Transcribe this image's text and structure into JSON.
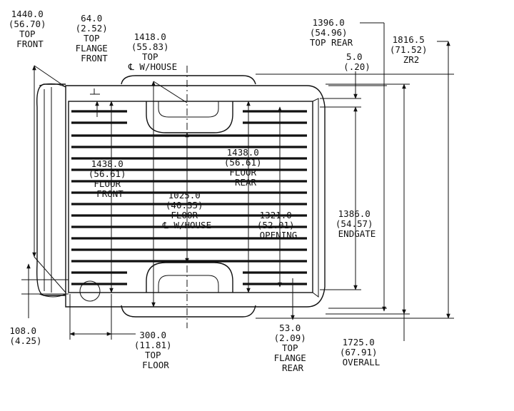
{
  "diagram": {
    "labels": {
      "top_front": [
        "1440.0",
        "(56.70)",
        "TOP",
        "FRONT"
      ],
      "top_flange_front": [
        "64.0",
        "(2.52)",
        "TOP",
        "FLANGE",
        "FRONT"
      ],
      "top_wheelhouse": [
        "1418.0",
        "(55.83)",
        "TOP",
        "℄ W/HOUSE"
      ],
      "top_rear": [
        "1396.0",
        "(54.96)",
        "TOP REAR"
      ],
      "top_rear_gap": [
        "5.0",
        "(.20)"
      ],
      "zr2": [
        "1816.5",
        "(71.52)",
        "ZR2"
      ],
      "floor_front": [
        "1438.0",
        "(56.61)",
        "FLOOR",
        "FRONT"
      ],
      "floor_rear": [
        "1438.0",
        "(56.61)",
        "FLOOR",
        "REAR"
      ],
      "floor_wheelhouse": [
        "1025.0",
        "(40.35)",
        "FLOOR",
        "℄ W/HOUSE"
      ],
      "opening": [
        "1321.0",
        "(52.01)",
        "OPENING"
      ],
      "endgate": [
        "1386.0",
        "(54.57)",
        "ENDGATE"
      ],
      "front_offset": [
        "108.0",
        "(4.25)"
      ],
      "top_floor": [
        "300.0",
        "(11.81)",
        "TOP",
        "FLOOR"
      ],
      "top_flange_rear": [
        "53.0",
        "(2.09)",
        "TOP",
        "FLANGE",
        "REAR"
      ],
      "overall": [
        "1725.0",
        "(67.91)",
        "OVERALL"
      ]
    }
  }
}
